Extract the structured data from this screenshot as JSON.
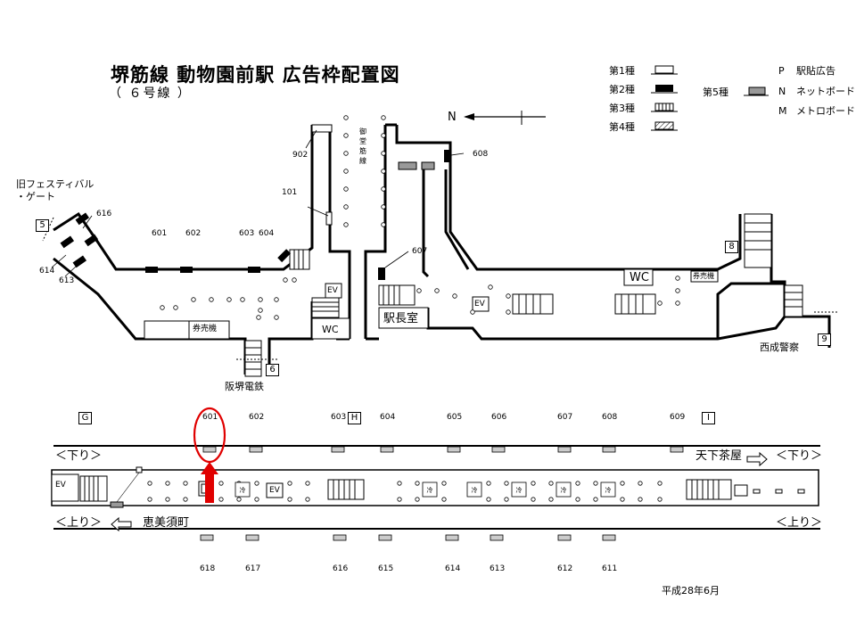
{
  "title": "堺筋線 動物園前駅 広告枠配置図",
  "subtitle": "（ ６号線 ）",
  "date_note": "平成28年6月",
  "north_label": "N",
  "legend": {
    "types": [
      {
        "label": "第1種",
        "style": "white"
      },
      {
        "label": "第2種",
        "style": "black"
      },
      {
        "label": "第3種",
        "style": "striped"
      },
      {
        "label": "第4種",
        "style": "hatched"
      },
      {
        "label": "第5種",
        "style": "gray"
      }
    ],
    "codes": [
      {
        "code": "P",
        "name": "駅貼広告"
      },
      {
        "code": "N",
        "name": "ネットボード"
      },
      {
        "code": "M",
        "name": "メトロボード"
      }
    ]
  },
  "concourse": {
    "rooms": {
      "ticket_machine_left": "券売機",
      "ticket_machine_right": "券売機",
      "wc_center": "WC",
      "wc_right": "WC",
      "ev_left": "EV",
      "ev_mid": "EV",
      "station_master": "駅長室"
    },
    "labels": {
      "old_festival_gate": "旧フェスティバル\n・ゲート",
      "hankai": "阪堺電鉄",
      "nishinari_police": "西成警察",
      "midosuji_line": "御堂筋線"
    },
    "exits": [
      "5",
      "6",
      "8",
      "9"
    ],
    "ad_numbers": [
      "601",
      "602",
      "603",
      "604",
      "607",
      "608",
      "613",
      "614",
      "616",
      "101",
      "902"
    ]
  },
  "platform": {
    "down_left": "＜下り＞",
    "down_right": "＜下り＞",
    "down_dest": "天下茶屋",
    "up_left": "＜上り＞",
    "up_right": "＜上り＞",
    "up_dest": "恵美須町",
    "ev1": "EV",
    "ev2": "EV",
    "section_labels": [
      "G",
      "H",
      "I"
    ],
    "top_ads": [
      "601",
      "602",
      "603",
      "604",
      "605",
      "606",
      "607",
      "608",
      "609"
    ],
    "bottom_ads": [
      "618",
      "617",
      "616",
      "615",
      "614",
      "613",
      "612",
      "611"
    ],
    "cold_label": "冷",
    "highlight": "601"
  }
}
